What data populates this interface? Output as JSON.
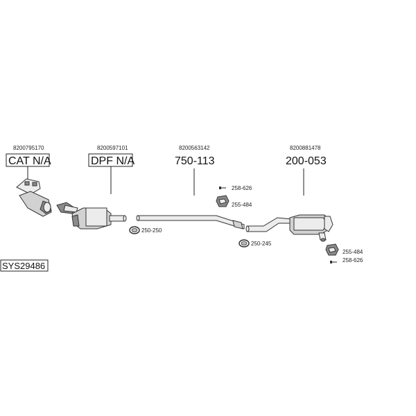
{
  "system_code": "SYS29486",
  "parts": [
    {
      "oe_number": "8200795170",
      "part_label": "CAT N/A",
      "boxed": true
    },
    {
      "oe_number": "8200597101",
      "part_label": "DPF N/A",
      "boxed": true
    },
    {
      "oe_number": "8200563142",
      "part_label": "750-113",
      "boxed": false
    },
    {
      "oe_number": "8200881478",
      "part_label": "200-053",
      "boxed": false
    }
  ],
  "accessories": [
    {
      "code": "258-626",
      "kind": "bolt"
    },
    {
      "code": "255-484",
      "kind": "rubber-mount"
    },
    {
      "code": "250-250",
      "kind": "clamp"
    },
    {
      "code": "250-245",
      "kind": "clamp"
    },
    {
      "code": "255-484",
      "kind": "rubber-mount"
    },
    {
      "code": "258-626",
      "kind": "bolt"
    }
  ]
}
